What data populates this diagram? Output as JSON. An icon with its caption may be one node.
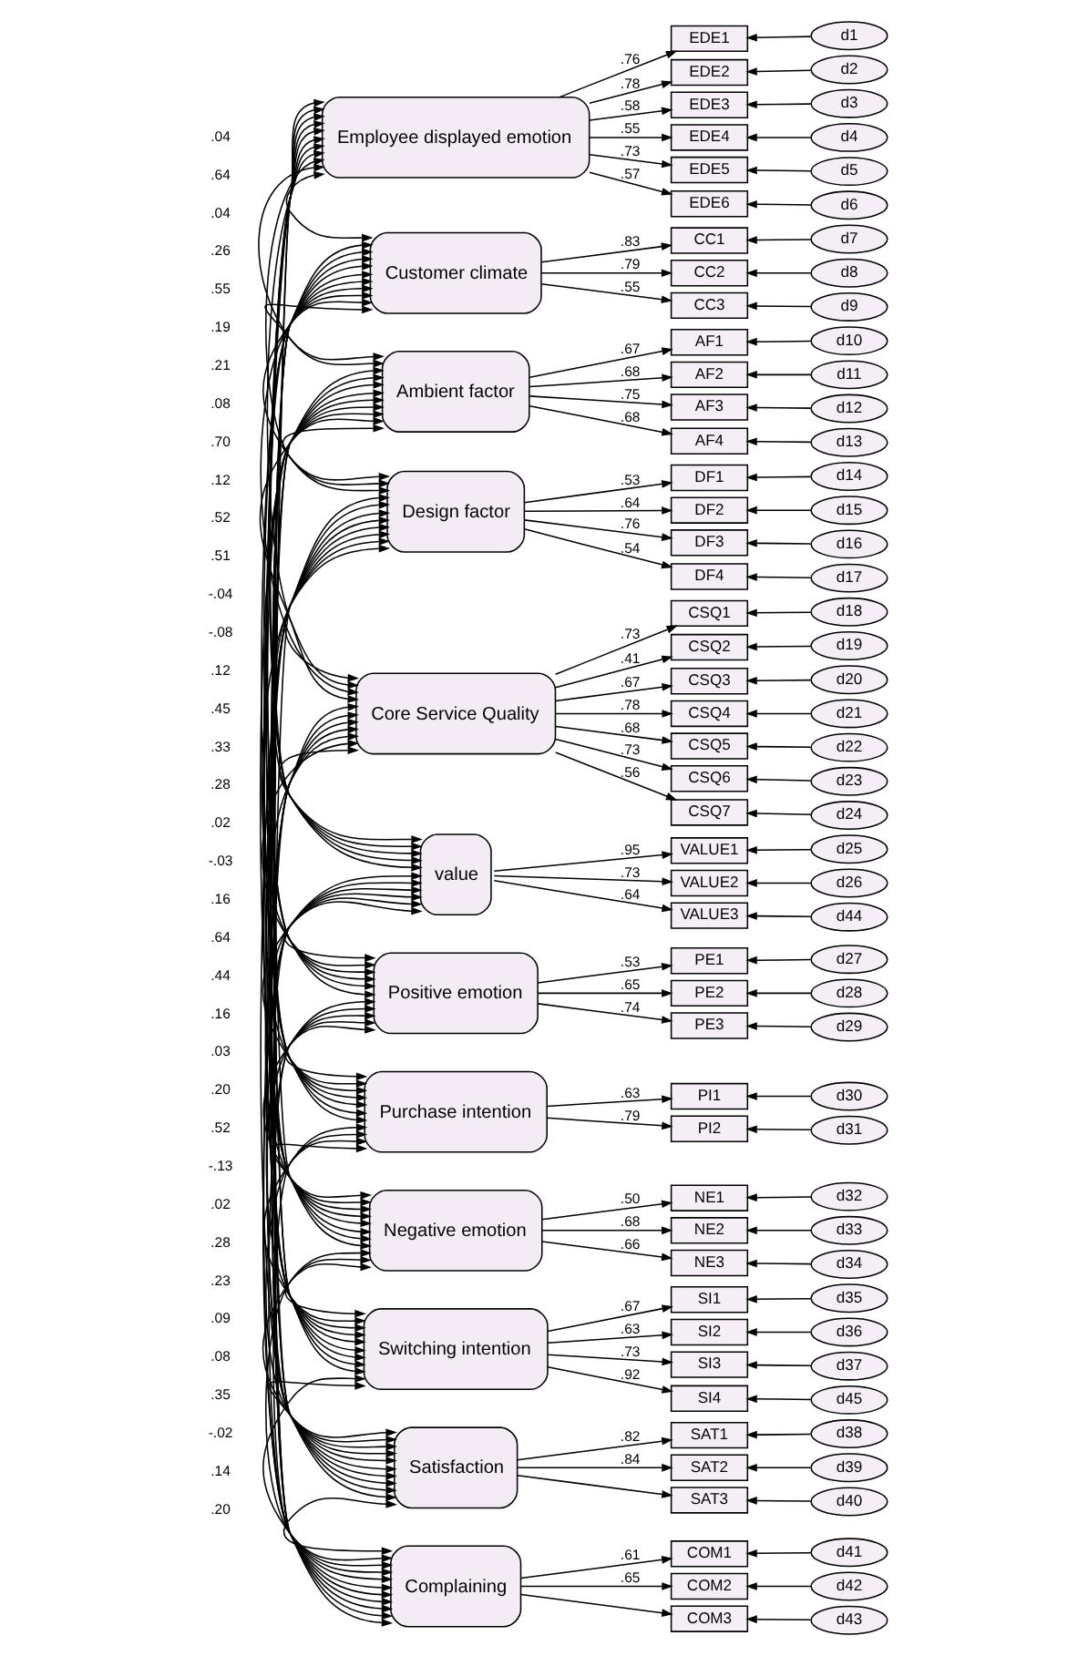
{
  "diagram": {
    "nodes": [
      {
        "text": [
          "Employee displayed emotion"
        ]
      },
      {
        "text": [
          "Customer climate"
        ]
      },
      {
        "text": [
          "Ambient factor"
        ]
      },
      {
        "text": [
          "Design factor"
        ]
      },
      {
        "text": [
          "Core Service Quality"
        ]
      },
      {
        "text": [
          "value"
        ]
      },
      {
        "text": [
          "Positive emotion"
        ]
      },
      {
        "text": [
          "Purchase intention"
        ]
      },
      {
        "text": [
          "Negative emotion"
        ]
      },
      {
        "text": [
          "Switching intention"
        ]
      },
      {
        "text": [
          "Satisfaction"
        ]
      },
      {
        "text": [
          "Complaining"
        ]
      },
      {
        "text": [
          "EDE1"
        ]
      },
      {
        "text": [
          "EDE2"
        ]
      },
      {
        "text": [
          "EDE3"
        ]
      },
      {
        "text": [
          "EDE4"
        ]
      },
      {
        "text": [
          "EDE5"
        ]
      },
      {
        "text": [
          "EDE6"
        ]
      },
      {
        "text": [
          "CC1"
        ]
      },
      {
        "text": [
          "CC2"
        ]
      },
      {
        "text": [
          "CC3"
        ]
      },
      {
        "text": [
          "AF1"
        ]
      },
      {
        "text": [
          "AF2"
        ]
      },
      {
        "text": [
          "AF3"
        ]
      },
      {
        "text": [
          "AF4"
        ]
      },
      {
        "text": [
          "DF1"
        ]
      },
      {
        "text": [
          "DF2"
        ]
      },
      {
        "text": [
          "DF3"
        ]
      },
      {
        "text": [
          "DF4"
        ]
      },
      {
        "text": [
          "CSQ1"
        ]
      },
      {
        "text": [
          "CSQ2"
        ]
      },
      {
        "text": [
          "CSQ3"
        ]
      },
      {
        "text": [
          "CSQ4"
        ]
      },
      {
        "text": [
          "CSQ5"
        ]
      },
      {
        "text": [
          "CSQ6"
        ]
      },
      {
        "text": [
          "CSQ7"
        ]
      },
      {
        "text": [
          "VALUE1"
        ]
      },
      {
        "text": [
          "VALUE2"
        ]
      },
      {
        "text": [
          "VALUE3"
        ]
      },
      {
        "text": [
          "PE1"
        ]
      },
      {
        "text": [
          "PE2"
        ]
      },
      {
        "text": [
          "PE3"
        ]
      },
      {
        "text": [
          "PI1"
        ]
      },
      {
        "text": [
          "PI2"
        ]
      },
      {
        "text": [
          "NE1"
        ]
      },
      {
        "text": [
          "NE2"
        ]
      },
      {
        "text": [
          "NE3"
        ]
      },
      {
        "text": [
          "SI1"
        ]
      },
      {
        "text": [
          "SI2"
        ]
      },
      {
        "text": [
          "SI3"
        ]
      },
      {
        "text": [
          "SI4"
        ]
      },
      {
        "text": [
          "SAT1"
        ]
      },
      {
        "text": [
          "SAT2"
        ]
      },
      {
        "text": [
          "SAT3"
        ]
      },
      {
        "text": [
          "COM1"
        ]
      },
      {
        "text": [
          "COM2"
        ]
      },
      {
        "text": [
          "COM3"
        ]
      },
      {
        "text": [
          "d1"
        ]
      },
      {
        "text": [
          "d2"
        ]
      },
      {
        "text": [
          "d3"
        ]
      },
      {
        "text": [
          "d4"
        ]
      },
      {
        "text": [
          "d5"
        ]
      },
      {
        "text": [
          "d6"
        ]
      },
      {
        "text": [
          "d7"
        ]
      },
      {
        "text": [
          "d8"
        ]
      },
      {
        "text": [
          "d9"
        ]
      },
      {
        "text": [
          "d10"
        ]
      },
      {
        "text": [
          "d11"
        ]
      },
      {
        "text": [
          "d12"
        ]
      },
      {
        "text": [
          "d13"
        ]
      },
      {
        "text": [
          "d14"
        ]
      },
      {
        "text": [
          "d15"
        ]
      },
      {
        "text": [
          "d16"
        ]
      },
      {
        "text": [
          "d17"
        ]
      },
      {
        "text": [
          "d18"
        ]
      },
      {
        "text": [
          "d19"
        ]
      },
      {
        "text": [
          "d20"
        ]
      },
      {
        "text": [
          "d21"
        ]
      },
      {
        "text": [
          "d22"
        ]
      },
      {
        "text": [
          "d23"
        ]
      },
      {
        "text": [
          "d24"
        ]
      },
      {
        "text": [
          "d25"
        ]
      },
      {
        "text": [
          "d26"
        ]
      },
      {
        "text": [
          "d44"
        ]
      },
      {
        "text": [
          "d27"
        ]
      },
      {
        "text": [
          "d28"
        ]
      },
      {
        "text": [
          "d29"
        ]
      },
      {
        "text": [
          "d30"
        ]
      },
      {
        "text": [
          "d31"
        ]
      },
      {
        "text": [
          "d32"
        ]
      },
      {
        "text": [
          "d33"
        ]
      },
      {
        "text": [
          "d34"
        ]
      },
      {
        "text": [
          "d35"
        ]
      },
      {
        "text": [
          "d36"
        ]
      },
      {
        "text": [
          "d37"
        ]
      },
      {
        "text": [
          "d45"
        ]
      },
      {
        "text": [
          "d38"
        ]
      },
      {
        "text": [
          "d39"
        ]
      },
      {
        "text": [
          "d40"
        ]
      },
      {
        "text": [
          "d41"
        ]
      },
      {
        "text": [
          "d42"
        ]
      },
      {
        "text": [
          "d43"
        ]
      }
    ],
    "edges": [
      {
        "from": 0,
        "to": 12,
        "arrow": "to",
        "label": ".76"
      },
      {
        "from": 0,
        "to": 13,
        "arrow": "to",
        "label": ".78"
      },
      {
        "from": 0,
        "to": 14,
        "arrow": "to",
        "label": ".58"
      },
      {
        "from": 0,
        "to": 15,
        "arrow": "to",
        "label": ".55"
      },
      {
        "from": 0,
        "to": 16,
        "arrow": "to",
        "label": ".73"
      },
      {
        "from": 0,
        "to": 17,
        "arrow": "to",
        "label": ".57"
      },
      {
        "from": 1,
        "to": 18,
        "arrow": "to",
        "label": ".83"
      },
      {
        "from": 1,
        "to": 19,
        "arrow": "to",
        "label": ".79"
      },
      {
        "from": 1,
        "to": 20,
        "arrow": "to",
        "label": ".55"
      },
      {
        "from": 2,
        "to": 21,
        "arrow": "to",
        "label": ".67"
      },
      {
        "from": 2,
        "to": 22,
        "arrow": "to",
        "label": ".68"
      },
      {
        "from": 2,
        "to": 23,
        "arrow": "to",
        "label": ".75"
      },
      {
        "from": 2,
        "to": 24,
        "arrow": "to",
        "label": ".68"
      },
      {
        "from": 3,
        "to": 25,
        "arrow": "to",
        "label": ".53"
      },
      {
        "from": 3,
        "to": 26,
        "arrow": "to",
        "label": ".64"
      },
      {
        "from": 3,
        "to": 27,
        "arrow": "to",
        "label": ".76"
      },
      {
        "from": 3,
        "to": 28,
        "arrow": "to",
        "label": ".54"
      },
      {
        "from": 4,
        "to": 29,
        "arrow": "to",
        "label": ".73"
      },
      {
        "from": 4,
        "to": 30,
        "arrow": "to",
        "label": ".41"
      },
      {
        "from": 4,
        "to": 31,
        "arrow": "to",
        "label": ".67"
      },
      {
        "from": 4,
        "to": 32,
        "arrow": "to",
        "label": ".78"
      },
      {
        "from": 4,
        "to": 33,
        "arrow": "to",
        "label": ".68"
      },
      {
        "from": 4,
        "to": 34,
        "arrow": "to",
        "label": ".73"
      },
      {
        "from": 4,
        "to": 35,
        "arrow": "to",
        "label": ".56"
      },
      {
        "from": 5,
        "to": 36,
        "arrow": "to",
        "label": ".95"
      },
      {
        "from": 5,
        "to": 37,
        "arrow": "to",
        "label": ".73"
      },
      {
        "from": 5,
        "to": 38,
        "arrow": "to",
        "label": ".64"
      },
      {
        "from": 6,
        "to": 39,
        "arrow": "to",
        "label": ".53"
      },
      {
        "from": 6,
        "to": 40,
        "arrow": "to",
        "label": ".65"
      },
      {
        "from": 6,
        "to": 41,
        "arrow": "to",
        "label": ".74"
      },
      {
        "from": 7,
        "to": 42,
        "arrow": "to",
        "label": ".63"
      },
      {
        "from": 7,
        "to": 43,
        "arrow": "to",
        "label": ".79"
      },
      {
        "from": 8,
        "to": 44,
        "arrow": "to",
        "label": ".50"
      },
      {
        "from": 8,
        "to": 45,
        "arrow": "to",
        "label": ".68"
      },
      {
        "from": 8,
        "to": 46,
        "arrow": "to",
        "label": ".66"
      },
      {
        "from": 9,
        "to": 47,
        "arrow": "to",
        "label": ".67"
      },
      {
        "from": 9,
        "to": 48,
        "arrow": "to",
        "label": ".63"
      },
      {
        "from": 9,
        "to": 49,
        "arrow": "to",
        "label": ".73"
      },
      {
        "from": 9,
        "to": 50,
        "arrow": "to",
        "label": ".92"
      },
      {
        "from": 10,
        "to": 51,
        "arrow": "to",
        "label": ".82"
      },
      {
        "from": 10,
        "to": 52,
        "arrow": "to",
        "label": ".84"
      },
      {
        "from": 10,
        "to": 53,
        "arrow": "to"
      },
      {
        "from": 11,
        "to": 54,
        "arrow": "to",
        "label": ".61"
      },
      {
        "from": 11,
        "to": 55,
        "arrow": "to",
        "label": ".65"
      },
      {
        "from": 11,
        "to": 56,
        "arrow": "to"
      },
      {
        "from": 57,
        "to": 12,
        "arrow": "to"
      },
      {
        "from": 58,
        "to": 13,
        "arrow": "to"
      },
      {
        "from": 59,
        "to": 14,
        "arrow": "to"
      },
      {
        "from": 60,
        "to": 15,
        "arrow": "to"
      },
      {
        "from": 61,
        "to": 16,
        "arrow": "to"
      },
      {
        "from": 62,
        "to": 17,
        "arrow": "to"
      },
      {
        "from": 63,
        "to": 18,
        "arrow": "to"
      },
      {
        "from": 64,
        "to": 19,
        "arrow": "to"
      },
      {
        "from": 65,
        "to": 20,
        "arrow": "to"
      },
      {
        "from": 66,
        "to": 21,
        "arrow": "to"
      },
      {
        "from": 67,
        "to": 22,
        "arrow": "to"
      },
      {
        "from": 68,
        "to": 23,
        "arrow": "to"
      },
      {
        "from": 69,
        "to": 24,
        "arrow": "to"
      },
      {
        "from": 70,
        "to": 25,
        "arrow": "to"
      },
      {
        "from": 71,
        "to": 26,
        "arrow": "to"
      },
      {
        "from": 72,
        "to": 27,
        "arrow": "to"
      },
      {
        "from": 73,
        "to": 28,
        "arrow": "to"
      },
      {
        "from": 74,
        "to": 29,
        "arrow": "to"
      },
      {
        "from": 75,
        "to": 30,
        "arrow": "to"
      },
      {
        "from": 76,
        "to": 31,
        "arrow": "to"
      },
      {
        "from": 77,
        "to": 32,
        "arrow": "to"
      },
      {
        "from": 78,
        "to": 33,
        "arrow": "to"
      },
      {
        "from": 79,
        "to": 34,
        "arrow": "to"
      },
      {
        "from": 80,
        "to": 35,
        "arrow": "to"
      },
      {
        "from": 81,
        "to": 36,
        "arrow": "to"
      },
      {
        "from": 82,
        "to": 37,
        "arrow": "to"
      },
      {
        "from": 83,
        "to": 38,
        "arrow": "to"
      },
      {
        "from": 84,
        "to": 39,
        "arrow": "to"
      },
      {
        "from": 85,
        "to": 40,
        "arrow": "to"
      },
      {
        "from": 86,
        "to": 41,
        "arrow": "to"
      },
      {
        "from": 87,
        "to": 42,
        "arrow": "to"
      },
      {
        "from": 88,
        "to": 43,
        "arrow": "to"
      },
      {
        "from": 89,
        "to": 44,
        "arrow": "to"
      },
      {
        "from": 90,
        "to": 45,
        "arrow": "to"
      },
      {
        "from": 91,
        "to": 46,
        "arrow": "to"
      },
      {
        "from": 92,
        "to": 47,
        "arrow": "to"
      },
      {
        "from": 93,
        "to": 48,
        "arrow": "to"
      },
      {
        "from": 94,
        "to": 49,
        "arrow": "to"
      },
      {
        "from": 95,
        "to": 50,
        "arrow": "to"
      },
      {
        "from": 96,
        "to": 51,
        "arrow": "to"
      },
      {
        "from": 97,
        "to": 52,
        "arrow": "to"
      },
      {
        "from": 98,
        "to": 53,
        "arrow": "to"
      },
      {
        "from": 99,
        "to": 54,
        "arrow": "to"
      },
      {
        "from": 100,
        "to": 55,
        "arrow": "to"
      },
      {
        "from": 101,
        "to": 56,
        "arrow": "to"
      },
      {
        "from": 0,
        "to": 1,
        "arrow": "both"
      },
      {
        "from": 0,
        "to": 2,
        "arrow": "both"
      },
      {
        "from": 0,
        "to": 3,
        "arrow": "both"
      },
      {
        "from": 0,
        "to": 4,
        "arrow": "both"
      },
      {
        "from": 0,
        "to": 5,
        "arrow": "both"
      },
      {
        "from": 0,
        "to": 6,
        "arrow": "both"
      },
      {
        "from": 0,
        "to": 7,
        "arrow": "both"
      },
      {
        "from": 0,
        "to": 8,
        "arrow": "both"
      },
      {
        "from": 0,
        "to": 9,
        "arrow": "both"
      },
      {
        "from": 0,
        "to": 10,
        "arrow": "both"
      },
      {
        "from": 0,
        "to": 11,
        "arrow": "both"
      },
      {
        "from": 1,
        "to": 2,
        "arrow": "both"
      },
      {
        "from": 1,
        "to": 3,
        "arrow": "both"
      },
      {
        "from": 1,
        "to": 4,
        "arrow": "both"
      },
      {
        "from": 1,
        "to": 5,
        "arrow": "both"
      },
      {
        "from": 1,
        "to": 6,
        "arrow": "both"
      },
      {
        "from": 1,
        "to": 7,
        "arrow": "both"
      },
      {
        "from": 1,
        "to": 8,
        "arrow": "both"
      },
      {
        "from": 1,
        "to": 9,
        "arrow": "both"
      },
      {
        "from": 1,
        "to": 10,
        "arrow": "both"
      },
      {
        "from": 1,
        "to": 11,
        "arrow": "both"
      },
      {
        "from": 2,
        "to": 3,
        "arrow": "both"
      },
      {
        "from": 2,
        "to": 4,
        "arrow": "both"
      },
      {
        "from": 2,
        "to": 5,
        "arrow": "both"
      },
      {
        "from": 2,
        "to": 6,
        "arrow": "both"
      },
      {
        "from": 2,
        "to": 7,
        "arrow": "both"
      },
      {
        "from": 2,
        "to": 8,
        "arrow": "both"
      },
      {
        "from": 2,
        "to": 9,
        "arrow": "both"
      },
      {
        "from": 2,
        "to": 10,
        "arrow": "both"
      },
      {
        "from": 2,
        "to": 11,
        "arrow": "both"
      },
      {
        "from": 3,
        "to": 4,
        "arrow": "both"
      },
      {
        "from": 3,
        "to": 5,
        "arrow": "both"
      },
      {
        "from": 3,
        "to": 6,
        "arrow": "both"
      },
      {
        "from": 3,
        "to": 7,
        "arrow": "both"
      },
      {
        "from": 3,
        "to": 8,
        "arrow": "both"
      },
      {
        "from": 3,
        "to": 9,
        "arrow": "both"
      },
      {
        "from": 3,
        "to": 10,
        "arrow": "both"
      },
      {
        "from": 3,
        "to": 11,
        "arrow": "both"
      },
      {
        "from": 4,
        "to": 5,
        "arrow": "both"
      },
      {
        "from": 4,
        "to": 6,
        "arrow": "both"
      },
      {
        "from": 4,
        "to": 7,
        "arrow": "both"
      },
      {
        "from": 4,
        "to": 8,
        "arrow": "both"
      },
      {
        "from": 4,
        "to": 9,
        "arrow": "both"
      },
      {
        "from": 4,
        "to": 10,
        "arrow": "both"
      },
      {
        "from": 4,
        "to": 11,
        "arrow": "both"
      },
      {
        "from": 5,
        "to": 6,
        "arrow": "both"
      },
      {
        "from": 5,
        "to": 7,
        "arrow": "both"
      },
      {
        "from": 5,
        "to": 8,
        "arrow": "both"
      },
      {
        "from": 5,
        "to": 9,
        "arrow": "both"
      },
      {
        "from": 5,
        "to": 10,
        "arrow": "both"
      },
      {
        "from": 5,
        "to": 11,
        "arrow": "both"
      },
      {
        "from": 6,
        "to": 7,
        "arrow": "both"
      },
      {
        "from": 6,
        "to": 8,
        "arrow": "both"
      },
      {
        "from": 6,
        "to": 9,
        "arrow": "both"
      },
      {
        "from": 6,
        "to": 10,
        "arrow": "both"
      },
      {
        "from": 6,
        "to": 11,
        "arrow": "both"
      },
      {
        "from": 7,
        "to": 8,
        "arrow": "both"
      },
      {
        "from": 7,
        "to": 9,
        "arrow": "both"
      },
      {
        "from": 7,
        "to": 10,
        "arrow": "both"
      },
      {
        "from": 7,
        "to": 11,
        "arrow": "both"
      },
      {
        "from": 8,
        "to": 9,
        "arrow": "both"
      },
      {
        "from": 8,
        "to": 10,
        "arrow": "both"
      },
      {
        "from": 8,
        "to": 11,
        "arrow": "both"
      },
      {
        "from": 9,
        "to": 10,
        "arrow": "both"
      },
      {
        "from": 9,
        "to": 11,
        "arrow": "both"
      },
      {
        "from": 10,
        "to": 11,
        "arrow": "both"
      }
    ],
    "labels": [
      ".04",
      ".64",
      ".04",
      ".26",
      ".55",
      ".19",
      ".21",
      ".08",
      ".70",
      ".12",
      ".52",
      ".51",
      "-.04",
      "-.08",
      ".12",
      ".45",
      ".33",
      ".28",
      ".02",
      "-.03",
      ".16",
      ".64",
      ".44",
      ".16",
      ".03",
      ".20",
      ".52",
      "-.13",
      ".02",
      ".28",
      ".23",
      ".09",
      ".08",
      ".35",
      "-.02",
      ".14",
      ".20"
    ]
  }
}
